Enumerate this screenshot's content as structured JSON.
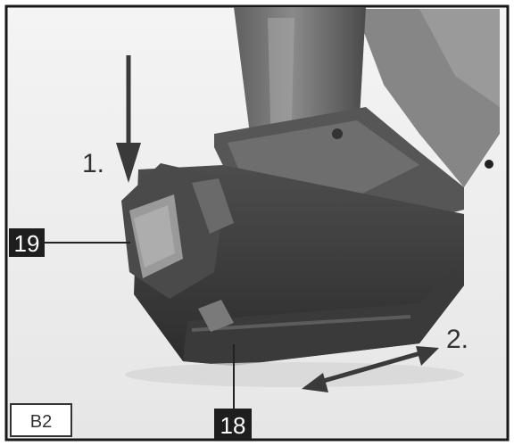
{
  "figure": {
    "steps": {
      "step1": "1.",
      "step2": "2."
    },
    "callouts": {
      "battery_latch": "19",
      "battery_pack": "18"
    },
    "figure_label": "B2"
  }
}
